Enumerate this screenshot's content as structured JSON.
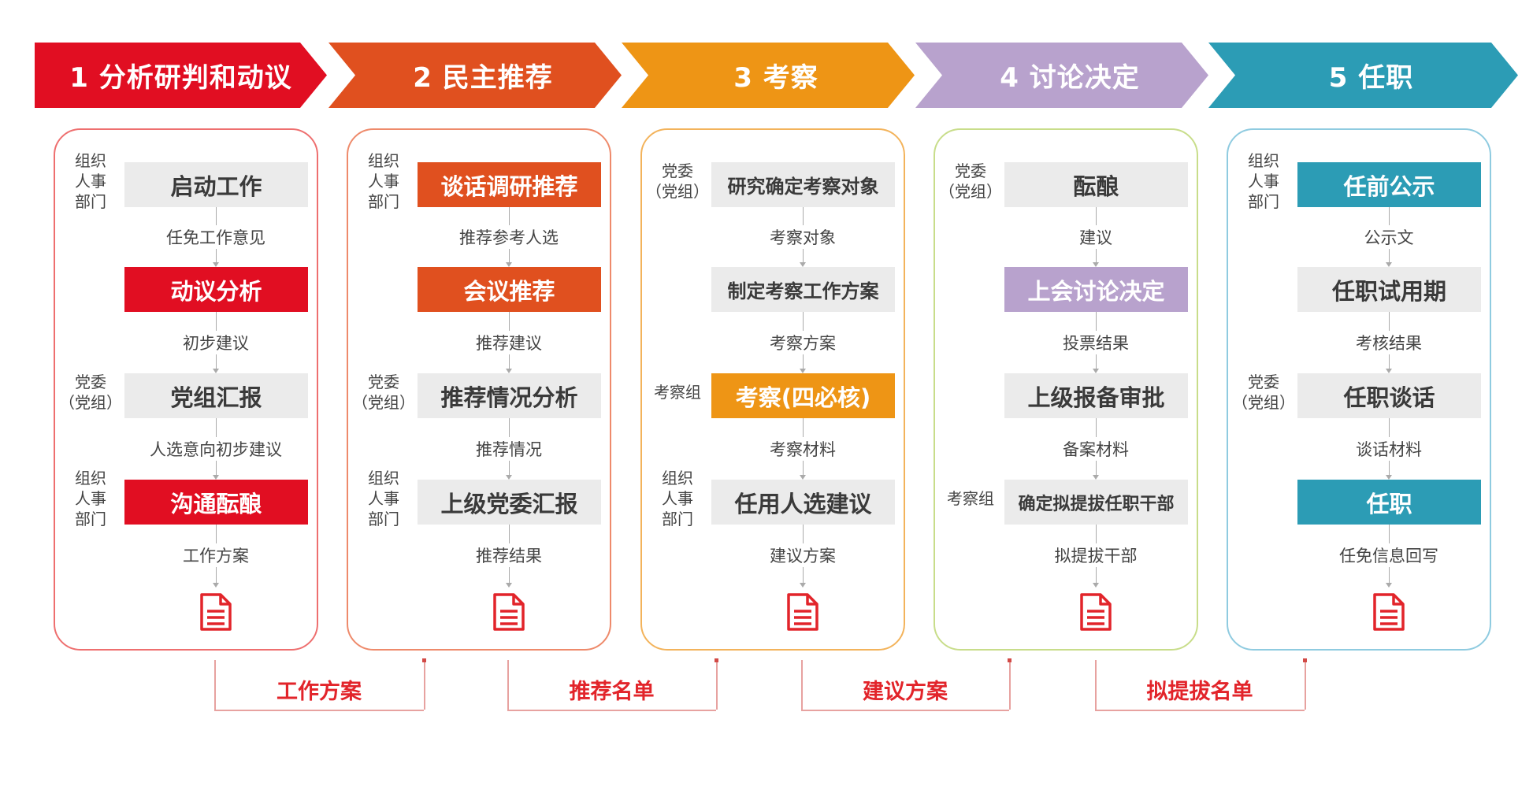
{
  "stages": [
    {
      "label": "1 分析研判和动议",
      "color": "#e10e22"
    },
    {
      "label": "2 民主推荐",
      "color": "#e0501f"
    },
    {
      "label": "3 考察",
      "color": "#ee9515"
    },
    {
      "label": "4 讨论决定",
      "color": "#b8a2cd"
    },
    {
      "label": "5 任职",
      "color": "#2c9cb5"
    }
  ],
  "columns": [
    {
      "border_color": "#ee6f6f",
      "steps": [
        {
          "role": "组织\n人事\n部门",
          "box": "启动工作",
          "filled": false,
          "out": "任免工作意见"
        },
        {
          "role": "",
          "box": "动议分析",
          "filled": true,
          "out": "初步建议"
        },
        {
          "role": "党委\n（党组）",
          "box": "党组汇报",
          "filled": false,
          "out": "人选意向初步建议"
        },
        {
          "role": "组织\n人事\n部门",
          "box": "沟通酝酿",
          "filled": true,
          "out": "工作方案"
        }
      ]
    },
    {
      "border_color": "#ee8a6b",
      "steps": [
        {
          "role": "组织\n人事\n部门",
          "box": "谈话调研推荐",
          "filled": true,
          "out": "推荐参考人选"
        },
        {
          "role": "",
          "box": "会议推荐",
          "filled": true,
          "out": "推荐建议"
        },
        {
          "role": "党委\n（党组）",
          "box": "推荐情况分析",
          "filled": false,
          "out": "推荐情况"
        },
        {
          "role": "组织\n人事\n部门",
          "box": "上级党委汇报",
          "filled": false,
          "out": "推荐结果"
        }
      ]
    },
    {
      "border_color": "#f3b35b",
      "steps": [
        {
          "role": "党委\n（党组）",
          "box": "研究确定考察对象",
          "filled": false,
          "out": "考察对象"
        },
        {
          "role": "",
          "box": "制定考察工作方案",
          "filled": false,
          "out": "考察方案"
        },
        {
          "role": "考察组",
          "box": "考察(四必核)",
          "filled": true,
          "out": "考察材料"
        },
        {
          "role": "组织\n人事\n部门",
          "box": "任用人选建议",
          "filled": false,
          "out": "建议方案"
        }
      ]
    },
    {
      "border_color": "#c8dd8a",
      "steps": [
        {
          "role": "党委\n（党组）",
          "box": "酝酿",
          "filled": false,
          "out": "建议"
        },
        {
          "role": "",
          "box": "上会讨论决定",
          "filled": true,
          "out": "投票结果"
        },
        {
          "role": "",
          "box": "上级报备审批",
          "filled": false,
          "out": "备案材料"
        },
        {
          "role": "考察组",
          "box": "确定拟提拔任职干部",
          "filled": false,
          "out": "拟提拔干部"
        }
      ]
    },
    {
      "border_color": "#8fcbe0",
      "steps": [
        {
          "role": "组织\n人事\n部门",
          "box": "任前公示",
          "filled": true,
          "out": "公示文"
        },
        {
          "role": "",
          "box": "任职试用期",
          "filled": false,
          "out": "考核结果"
        },
        {
          "role": "党委\n（党组）",
          "box": "任职谈话",
          "filled": false,
          "out": "谈话材料"
        },
        {
          "role": "",
          "box": "任职",
          "filled": true,
          "out": "任免信息回写"
        }
      ]
    }
  ],
  "bottom_links": [
    "工作方案",
    "推荐名单",
    "建议方案",
    "拟提拔名单"
  ],
  "icons": {
    "document": "document-icon"
  },
  "colors": {
    "link_text": "#e2242a",
    "link_line": "#e7a2a0",
    "box_bg": "#ebebeb",
    "connector": "#aaaaaa"
  }
}
